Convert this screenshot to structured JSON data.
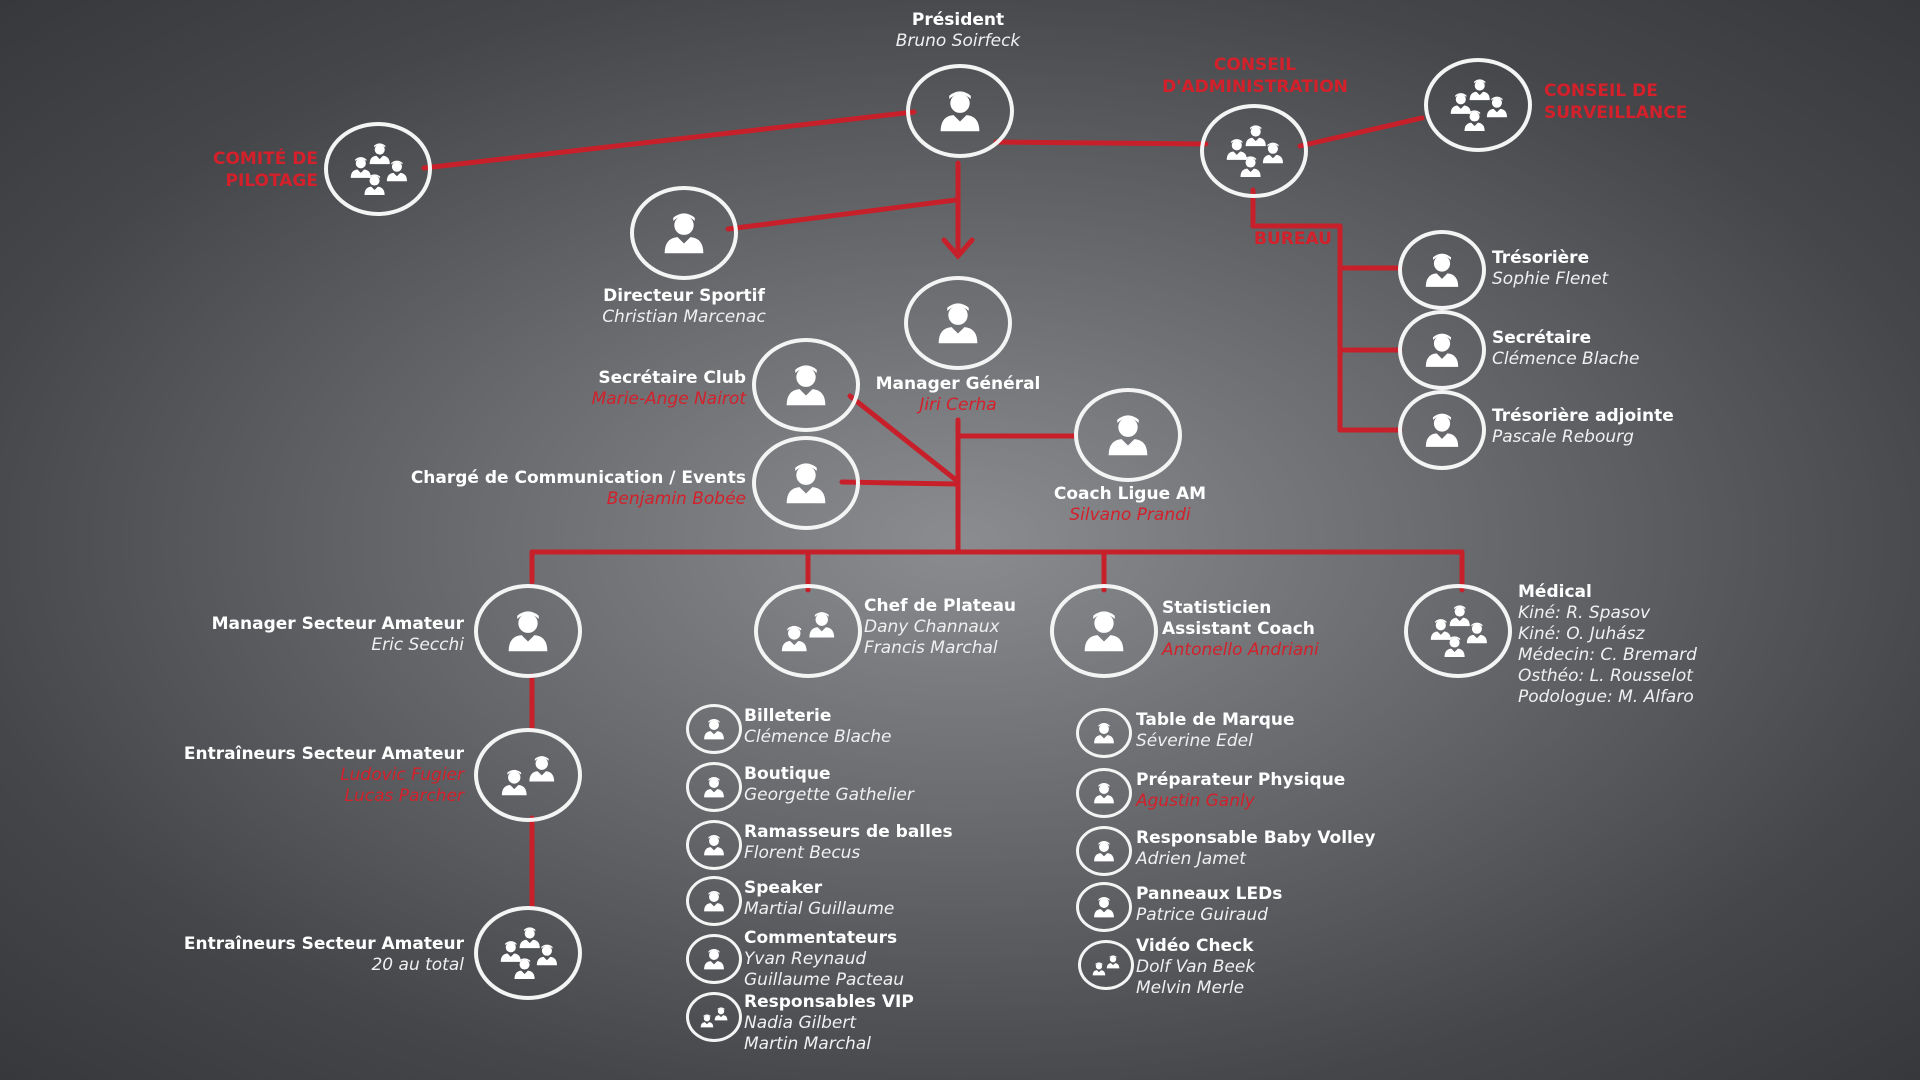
{
  "colors": {
    "accent": "#d4202a",
    "line": "#c8202a",
    "text": "#ffffff"
  },
  "president": {
    "title": "Président",
    "name": "Bruno Soirfeck"
  },
  "comite": {
    "label": "COMITÉ DE PILOTAGE"
  },
  "conseil_admin": {
    "label": "CONSEIL D'ADMINISTRATION"
  },
  "conseil_surv": {
    "label": "CONSEIL DE SURVEILLANCE"
  },
  "bureau": {
    "label": "BUREAU"
  },
  "directeur": {
    "title": "Directeur Sportif",
    "name": "Christian Marcenac"
  },
  "manager_general": {
    "title": "Manager Général",
    "name": "Jiri Cerha"
  },
  "secretaire_club": {
    "title": "Secrétaire Club",
    "name": "Marie-Ange Nairot"
  },
  "communication": {
    "title": "Chargé de Communication / Events",
    "name": "Benjamin Bobée"
  },
  "coach_ligue": {
    "title": "Coach Ligue AM",
    "name": "Silvano Prandi"
  },
  "bureau_members": [
    {
      "title": "Trésorière",
      "name": "Sophie Flenet"
    },
    {
      "title": "Secrétaire",
      "name": "Clémence Blache"
    },
    {
      "title": "Trésorière adjointe",
      "name": "Pascale Rebourg"
    }
  ],
  "manager_amateur": {
    "title": "Manager Secteur Amateur",
    "name": "Eric Secchi"
  },
  "entraineurs_1": {
    "title": "Entraîneurs Secteur Amateur",
    "name1": "Ludovic Fugier",
    "name2": "Lucas Parcher"
  },
  "entraineurs_2": {
    "title": "Entraîneurs Secteur Amateur",
    "name": "20 au total"
  },
  "chef_plateau": {
    "title": "Chef de Plateau",
    "name1": "Dany Channaux",
    "name2": "Francis Marchal"
  },
  "statisticien": {
    "title1": "Statisticien",
    "title2": "Assistant Coach",
    "name": "Antonello Andriani"
  },
  "medical": {
    "title": "Médical",
    "lines": [
      "Kiné: R. Spasov",
      "Kiné: O. Juhász",
      "Médecin: C. Bremard",
      "Osthéo: L. Rousselot",
      "Podologue: M. Alfaro"
    ]
  },
  "plateau_items": [
    {
      "title": "Billeterie",
      "names": [
        "Clémence Blache"
      ]
    },
    {
      "title": "Boutique",
      "names": [
        "Georgette Gathelier"
      ]
    },
    {
      "title": "Ramasseurs de balles",
      "names": [
        "Florent Becus"
      ]
    },
    {
      "title": "Speaker",
      "names": [
        "Martial Guillaume"
      ]
    },
    {
      "title": "Commentateurs",
      "names": [
        "Yvan Reynaud",
        "Guillaume Pacteau"
      ]
    },
    {
      "title": "Responsables VIP",
      "names": [
        "Nadia Gilbert",
        "Martin Marchal"
      ]
    }
  ],
  "stat_items": [
    {
      "title": "Table de Marque",
      "names": [
        "Séverine Edel"
      ],
      "red": false
    },
    {
      "title": "Préparateur Physique",
      "names": [
        "Agustin Ganly"
      ],
      "red": true
    },
    {
      "title": "Responsable Baby Volley",
      "names": [
        "Adrien Jamet"
      ],
      "red": false
    },
    {
      "title": "Panneaux LEDs",
      "names": [
        "Patrice Guiraud"
      ],
      "red": false
    },
    {
      "title": "Vidéo Check",
      "names": [
        "Dolf Van Beek",
        "Melvin Merle"
      ],
      "red": false
    }
  ]
}
